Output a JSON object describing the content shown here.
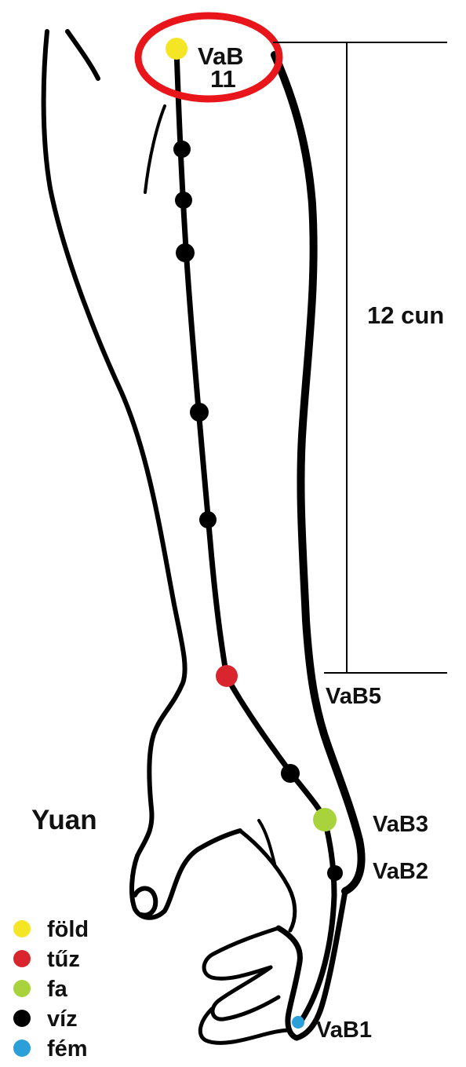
{
  "labels": {
    "vab11_line1": "VaB",
    "vab11_line2": "11",
    "measure": "12 cun",
    "vab5": "VaB5",
    "vab3": "VaB3",
    "vab2": "VaB2",
    "vab1": "VaB1",
    "yuan": "Yuan"
  },
  "legend": [
    {
      "label": "föld",
      "color": "#f5e625"
    },
    {
      "label": "tűz",
      "color": "#d9262e"
    },
    {
      "label": "fa",
      "color": "#a9d33c"
    },
    {
      "label": "víz",
      "color": "#000000"
    },
    {
      "label": "fém",
      "color": "#2a9fd8"
    }
  ],
  "colors": {
    "outline": "#000000",
    "highlight_ring": "#e8161b"
  },
  "points": {
    "VaB11": "föld",
    "VaB5": "tűz",
    "VaB3": "fa",
    "VaB2": "víz",
    "VaB1": "fém"
  }
}
